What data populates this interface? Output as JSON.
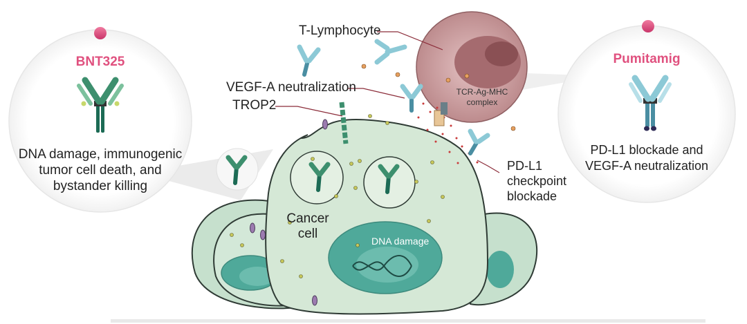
{
  "left_panel": {
    "title": "BNT325",
    "description": [
      "DNA damage, immunogenic",
      "tumor cell death, and",
      "bystander killing"
    ]
  },
  "right_panel": {
    "title": "Pumitamig",
    "description": [
      "PD-L1 blockade and",
      "VEGF-A neutralization"
    ]
  },
  "labels": {
    "t_lymphocyte": "T-Lymphocyte",
    "vegf_a": "VEGF-A neutralization",
    "trop2": "TROP2",
    "tcr_complex": [
      "TCR-Ag-MHC",
      "complex"
    ],
    "pd_l1": [
      "PD-L1",
      "checkpoint",
      "blockade"
    ],
    "cancer_cell": [
      "Cancer",
      "cell"
    ],
    "dna_damage": "DNA damage"
  },
  "colors": {
    "accent_pink": "#e0517f",
    "cell_fill": "#d5e8d6",
    "cell_stroke": "#2f3b35",
    "nucleus": "#4fa99a",
    "antibody_green": "#3d8f6e",
    "antibody_blue": "#8cc9d6",
    "t_cell": "#c99a9c"
  }
}
